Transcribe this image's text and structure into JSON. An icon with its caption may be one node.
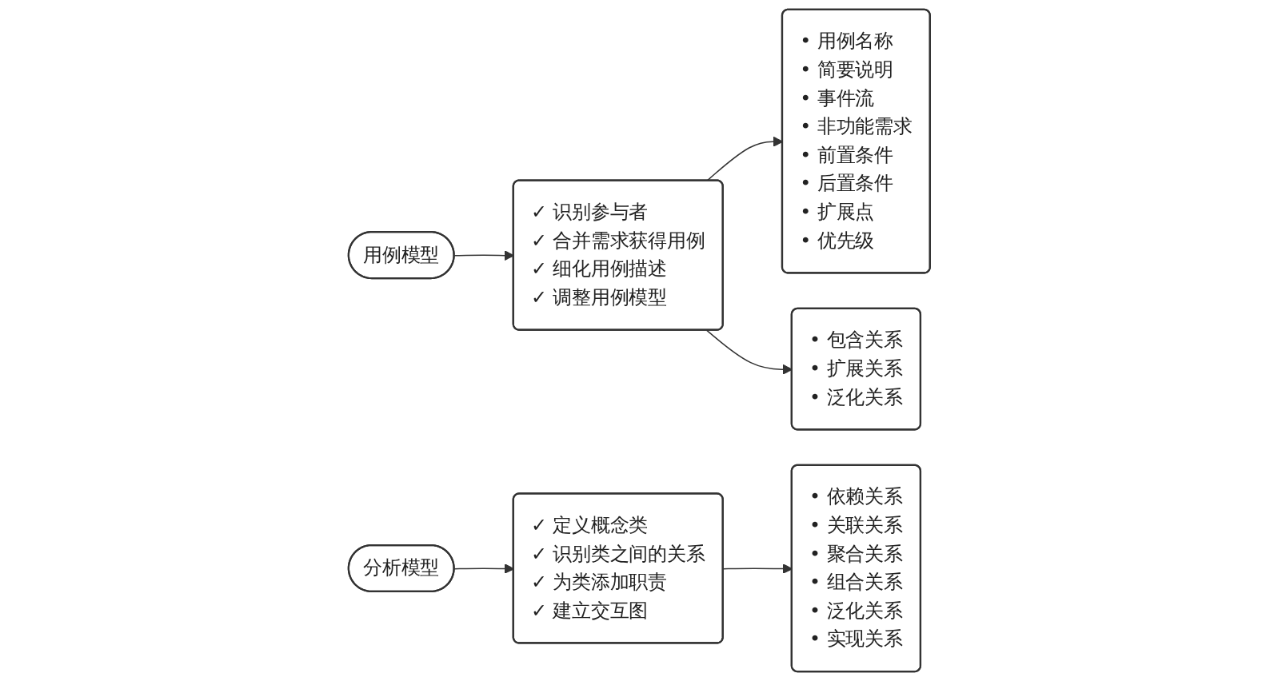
{
  "diagram": {
    "nodes": [
      {
        "text": [
          "用例模型"
        ]
      },
      {
        "text": [
          "✓ 识别参与者",
          "✓ 合并需求获得用例",
          "✓ 细化用例描述",
          "✓ 调整用例模型"
        ]
      },
      {
        "text": [
          "• 包含关系",
          "• 扩展关系",
          "• 泛化关系"
        ]
      },
      {
        "text": [
          "• 用例名称",
          "• 简要说明",
          "• 事件流",
          "• 非功能需求",
          "• 前置条件",
          "• 后置条件",
          "• 扩展点",
          "• 优先级"
        ]
      },
      {
        "text": [
          "分析模型"
        ]
      },
      {
        "text": [
          "✓ 定义概念类",
          "✓ 识别类之间的关系",
          "✓ 为类添加职责",
          "✓ 建立交互图"
        ]
      },
      {
        "text": [
          "• 依赖关系",
          "• 关联关系",
          "• 聚合关系",
          "• 组合关系",
          "• 泛化关系",
          "• 实现关系"
        ]
      }
    ],
    "edges": [
      {
        "from": 0,
        "to": 1,
        "arrow": "to"
      },
      {
        "from": 1,
        "to": 3,
        "arrow": "to"
      },
      {
        "from": 1,
        "to": 2,
        "arrow": "to"
      },
      {
        "from": 4,
        "to": 5,
        "arrow": "to"
      },
      {
        "from": 5,
        "to": 6,
        "arrow": "to"
      }
    ]
  }
}
